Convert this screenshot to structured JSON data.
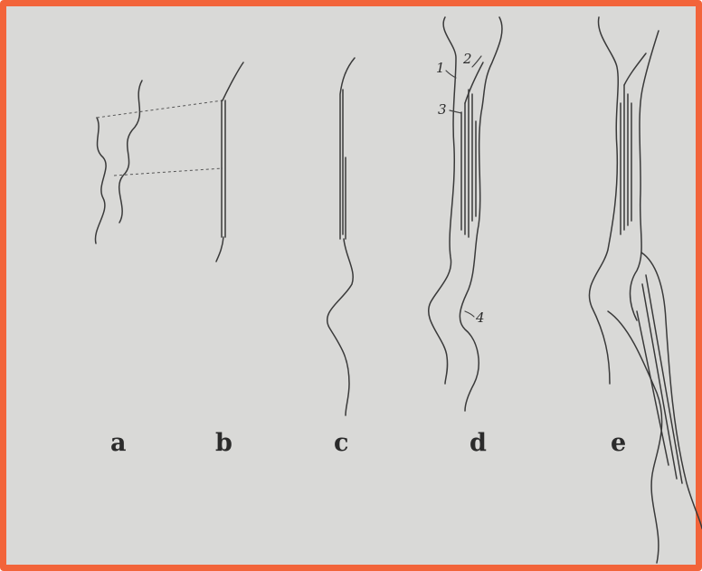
{
  "figure": {
    "panel_labels": [
      "a",
      "b",
      "c",
      "d",
      "e"
    ],
    "callouts": [
      "1",
      "2",
      "3",
      "4"
    ],
    "colors": {
      "frame": "#f2643a",
      "paper": "#d9d9d7",
      "ink": "#2b2b2b"
    }
  }
}
